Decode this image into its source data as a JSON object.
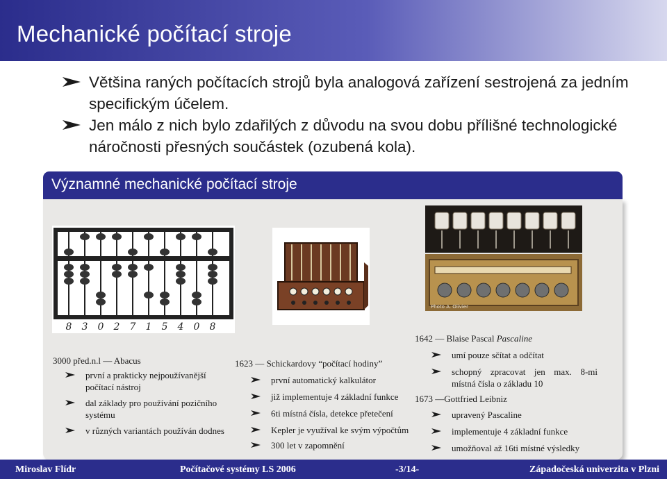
{
  "slide": {
    "title": "Mechanické počítací stroje",
    "bullets": [
      "Většina raných počítacích strojů byla analogová zařízení sestrojená za jedním specifickým účelem.",
      "Jen málo z nich bylo zdařilých z důvodu na svou dobu přílišné technologické náročnosti přesných součástek (ozubená kola)."
    ]
  },
  "block": {
    "title": "Významné mechanické počítací stroje",
    "abacus": {
      "caption": "3000 před.n.l — Abacus",
      "items": [
        "první a prakticky nejpoužívanější počítací nástroj",
        "dal základy pro používání pozičního systému",
        "v různých variantách používán dodnes"
      ],
      "digits": [
        "8",
        "3",
        "0",
        "2",
        "7",
        "1",
        "5",
        "4",
        "0",
        "8"
      ]
    },
    "schickard": {
      "caption": "1623 — Schickardovy “počítací hodiny”",
      "items": [
        "první automatický kalkulátor",
        "již implementuje 4 základní funkce",
        "6ti místná čísla, detekce přetečení",
        "Kepler je využíval ke svým výpočtům",
        "300 let v zapomnění"
      ]
    },
    "pascal": {
      "caption_prefix": "1642 — Blaise Pascal ",
      "caption_italic": "Pascaline",
      "items": [
        "umí pouze sčítat a odčítat",
        "schopný zpracovat jen max. 8-mi místná čísla o základu 10"
      ],
      "photo_credit": "Photo A. Olivier"
    },
    "leibniz": {
      "caption": "1673 —Gottfried Leibniz",
      "items": [
        "upravený Pascaline",
        "implementuje 4 základní funkce",
        "umožňoval až 16ti místné výsledky"
      ]
    }
  },
  "footer": {
    "author": "Miroslav Flídr",
    "course": "Počítačové systémy LS 2006",
    "page": "-3/14-",
    "university": "Západočeská univerzita v Plzni"
  },
  "colors": {
    "theme_blue": "#2b2d8c",
    "block_body": "#e9e8e6"
  },
  "icons": {
    "bullet": "arrowhead-bullet-icon"
  }
}
